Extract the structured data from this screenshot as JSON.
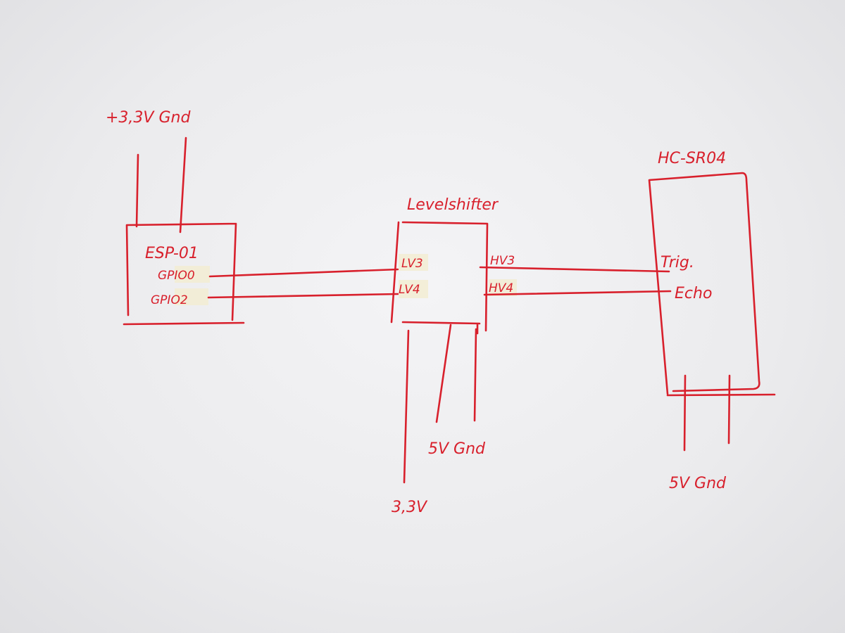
{
  "labels": {
    "esp_power": "+3,3V Gnd",
    "esp_title": "ESP-01",
    "esp_gpio0": "GPIO0",
    "esp_gpio2": "GPIO2",
    "ls_title": "Levelshifter",
    "ls_lv3": "LV3",
    "ls_lv4": "LV4",
    "ls_hv3": "HV3",
    "ls_hv4": "HV4",
    "ls_power_bottom": "5V Gnd",
    "ls_lv_supply": "3,3V",
    "hc_title": "HC-SR04",
    "hc_trig": "Trig.",
    "hc_echo": "Echo",
    "hc_power": "5V Gnd"
  },
  "colors": {
    "ink": "#d8202c",
    "paper": "#ededef",
    "tape": "#f2ecd2"
  }
}
